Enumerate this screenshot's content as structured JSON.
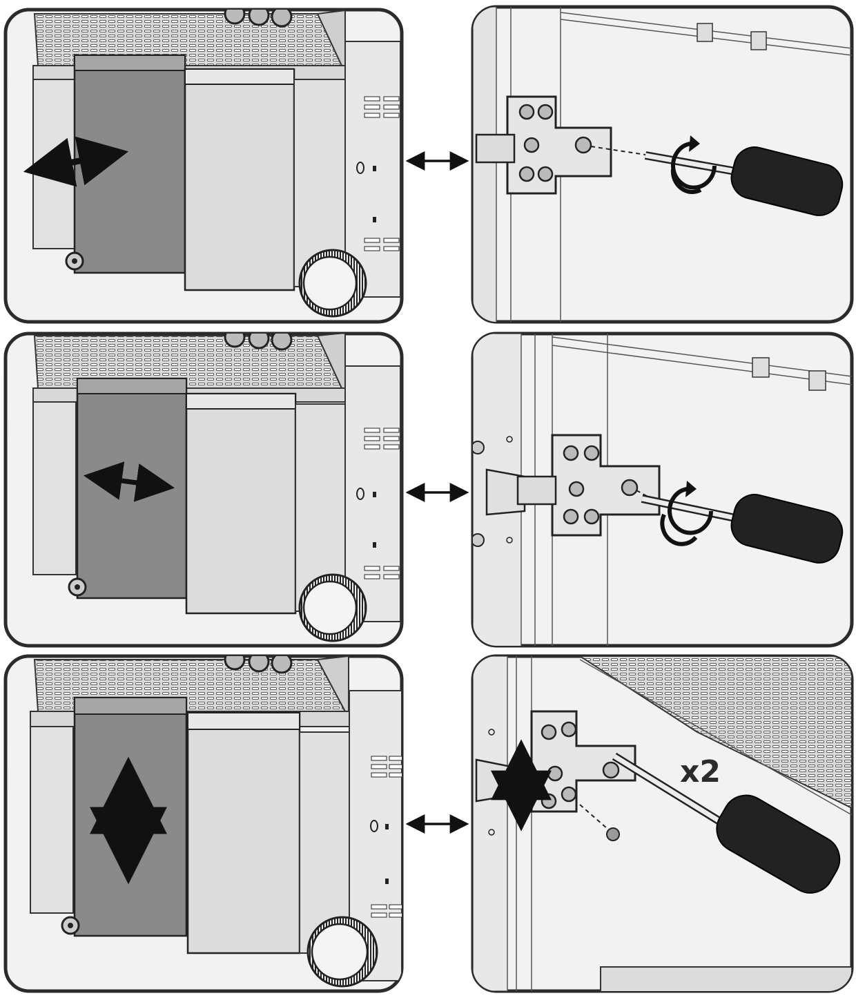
{
  "panels": [
    {
      "row": 1,
      "view": "cabinet-overview",
      "door_move_direction": "horizontal"
    },
    {
      "row": 1,
      "view": "hinge-detail",
      "action": "turn-screw"
    },
    {
      "row": 2,
      "view": "cabinet-overview",
      "door_move_direction": "horizontal"
    },
    {
      "row": 2,
      "view": "hinge-detail",
      "action": "turn-screw"
    },
    {
      "row": 3,
      "view": "cabinet-overview",
      "door_move_direction": "vertical"
    },
    {
      "row": 3,
      "view": "hinge-detail",
      "action": "loosen-screws"
    }
  ],
  "step3": {
    "screw_count_label": "x2"
  },
  "colors": {
    "panel_border": "#2b2b2b",
    "panel_fill": "#f2f2f2",
    "metal_light": "#e6e6e6",
    "metal_mid": "#cfcfcf",
    "door_dark": "#8a8a8a",
    "ink": "#111111",
    "handle": "#222222"
  }
}
